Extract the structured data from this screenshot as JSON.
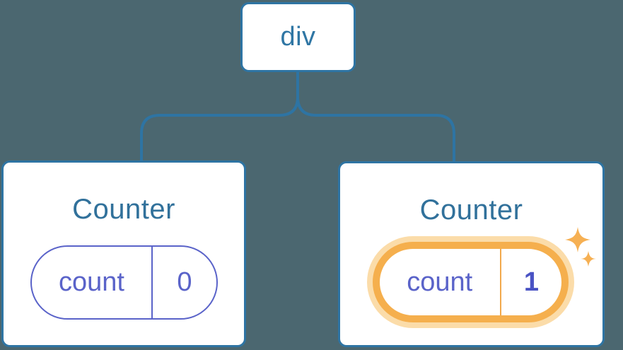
{
  "diagram": {
    "root": {
      "label": "div"
    },
    "components": [
      {
        "title": "Counter",
        "state": {
          "key": "count",
          "value": "0"
        },
        "highlighted": false
      },
      {
        "title": "Counter",
        "state": {
          "key": "count",
          "value": "1"
        },
        "highlighted": true
      }
    ],
    "colors": {
      "background": "#4B6770",
      "node_border_blue": "#2E74A3",
      "text_blue": "#31719B",
      "state_purple": "#5A63C9",
      "state_value_bold_purple": "#4A53C4",
      "highlight_orange": "#F5AF4D",
      "highlight_halo": "#FBDCA9",
      "sparkle_orange": "#F6B053"
    }
  }
}
